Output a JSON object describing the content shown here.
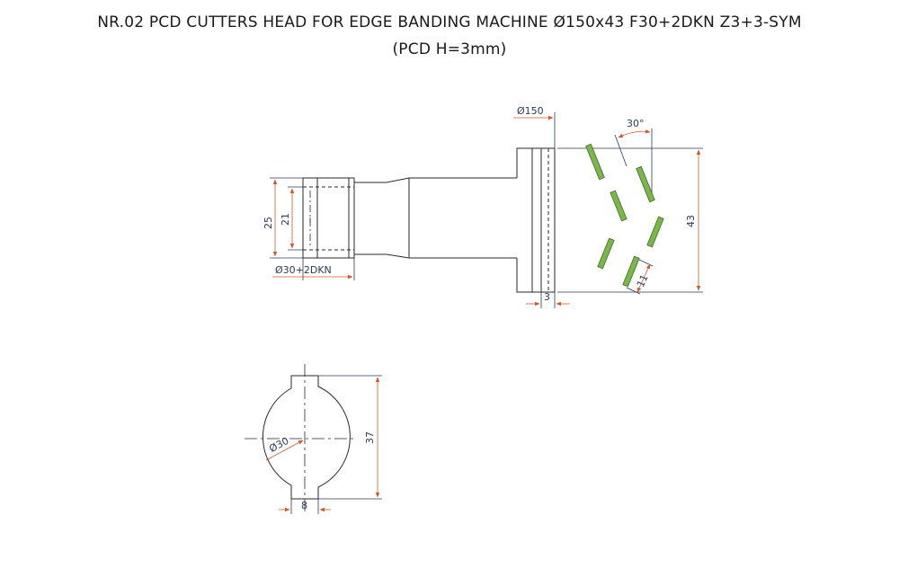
{
  "title": {
    "line1": "NR.02 PCD CUTTERS HEAD FOR EDGE BANDING MACHINE Ø150x43 F30+2DKN Z3+3-SYM",
    "line2": "(PCD H=3mm)"
  },
  "dimensions": {
    "diameter_150": "Ø150",
    "angle_30": "30°",
    "height_43": "43",
    "bore_25": "25",
    "bore_21": "21",
    "bore_label": "Ø30+2DKN",
    "pcd_thickness": "3",
    "blade_11": "11",
    "section_diameter": "Ø30",
    "section_height": "37",
    "keyway_width": "8"
  },
  "colors": {
    "outline": "#2a2a2a",
    "dimension": "#2b3a5a",
    "dimension_arrow": "#d0582a",
    "blade": "#7bb64a",
    "blade_edge": "#3f6e22"
  }
}
